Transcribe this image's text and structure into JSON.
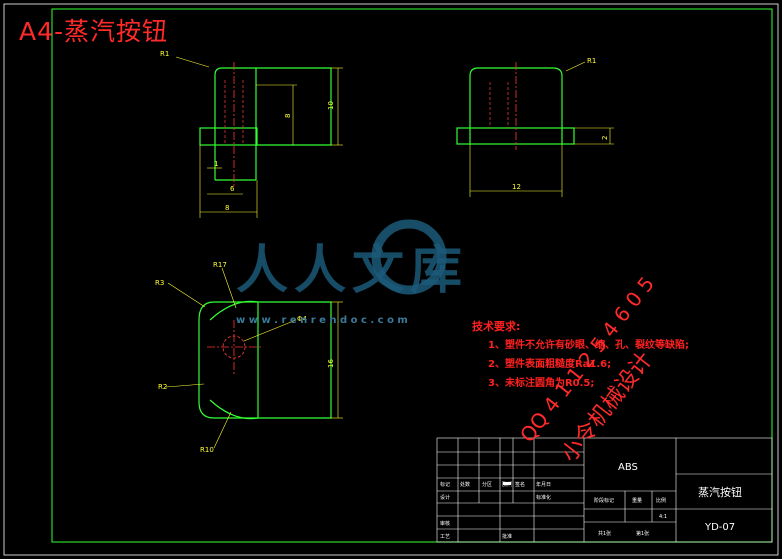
{
  "sheet": {
    "title": "A4-蒸汽按钮"
  },
  "dimensions": {
    "r1_left": "R1",
    "r1_right": "R1",
    "h10": "10",
    "h8": "8",
    "d1": "1",
    "w6": "6",
    "w8": "8",
    "w12": "12",
    "h2": "2",
    "r3": "R3",
    "r17": "R17",
    "phi4": "Φ4",
    "r2": "R2",
    "r10": "R10",
    "h16": "16"
  },
  "tech_requirements": {
    "heading": "技术要求:",
    "items": [
      "1、塑件不允许有砂眼、缩、孔、裂纹等缺陷;",
      "2、塑件表面粗糙度Ra1.6;",
      "3、未标注圆角为R0.5;"
    ]
  },
  "title_block": {
    "material": "ABS",
    "part_name": "蒸汽按钮",
    "drawing_no": "YD-07",
    "scale": "4:1",
    "stage_mark": "阶段标记",
    "weight": "重量",
    "ratio": "比例",
    "total_sheets": "共1张",
    "sheet_no": "第1张",
    "mark": "标记",
    "count": "处数",
    "zone": "分区",
    "change_doc": "更改文件号",
    "signature": "签名",
    "date": "年月日",
    "design": "设计",
    "standardize": "标准化",
    "review": "审核",
    "process": "工艺",
    "approve": "批准"
  },
  "watermark": {
    "brand": "人人文库",
    "url": "w w w . r e n r e n d o c . c o m",
    "qq": "QQ 4 1 1 2 5 4 6 0 5",
    "studio": "小令机械设计"
  },
  "colors": {
    "background": "#000000",
    "outline": "#33ff33",
    "dimension": "#ffff33",
    "centerline": "#ff3333",
    "hidden": "#ff4040",
    "title": "#ff2a2a",
    "frame": "#33ff33",
    "watermark": "#1c5a7a"
  }
}
